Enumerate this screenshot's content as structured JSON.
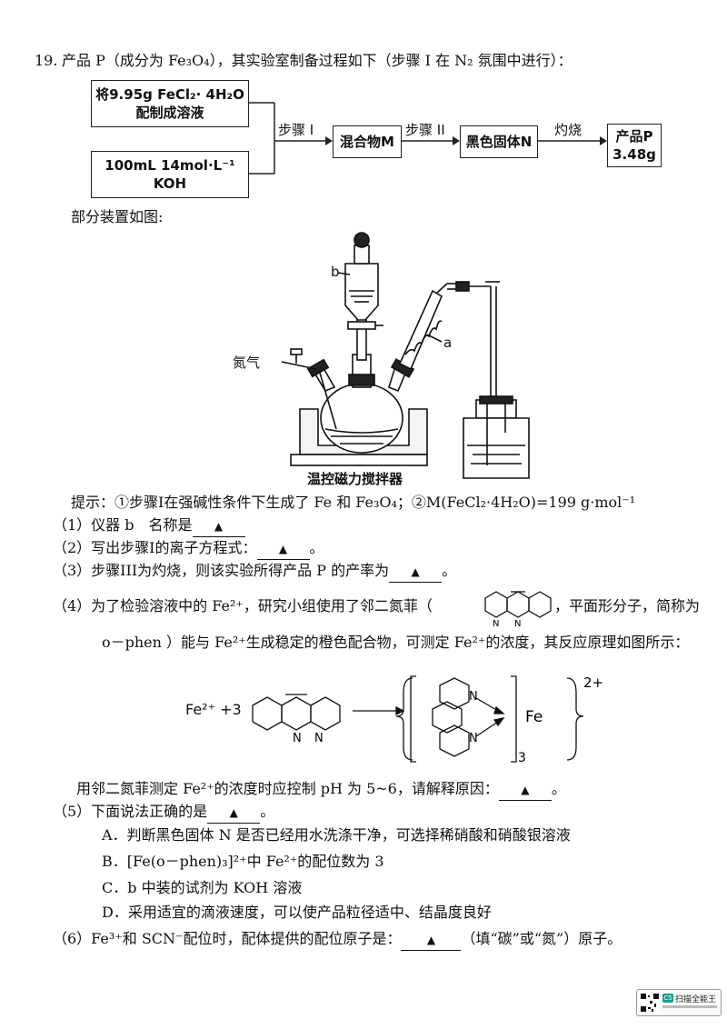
{
  "question": {
    "number": "19.",
    "intro": "产品 P（成分为 Fe₃O₄），其实验室制备过程如下（步骤 I 在 N₂ 氛围中进行）："
  },
  "flow": {
    "box1_line1": "将9.95g FeCl₂· 4H₂O",
    "box1_line2": "配制成溶液",
    "box2_line1": "100mL 14mol·L⁻¹",
    "box2_line2": "KOH",
    "step1": "步骤 I",
    "mixture": "混合物M",
    "step2": "步骤 II",
    "black_solid": "黑色固体N",
    "calcine": "灼烧",
    "product_line1": "产品P",
    "product_line2": "3.48g"
  },
  "apparatus": {
    "caption": "部分装置如图:",
    "label_b": "b",
    "label_a": "a",
    "nitrogen": "氮气",
    "stirrer": "温控磁力搅拌器"
  },
  "hint": "提示：①步骤I在强碱性条件下生成了 Fe 和 Fe₃O₄；②M(FeCl₂·4H₂O)=199 g·mol⁻¹",
  "blank_mark": "▲",
  "q1": {
    "text": "（1）仪器 b　名称是",
    "end": ""
  },
  "q2": {
    "text": "（2）写出步骤I的离子方程式：",
    "end": "。"
  },
  "q3": {
    "text": "（3）步骤III为灼烧，则该实验所得产品 P 的产率为",
    "end": "。"
  },
  "q4": {
    "line1a": "（4）为了检验溶液中的 Fe²⁺，研究小组使用了邻二氮菲（",
    "line1b": "，平面形分子，简称为",
    "line2": "o－phen ）能与 Fe²⁺生成稳定的橙色配合物，可测定 Fe²⁺的浓度，其反应原理如图所示：",
    "eq_left": "Fe²⁺ +3",
    "charge": "2+",
    "fe": "Fe",
    "n_label": "N",
    "three": "3",
    "line3": "用邻二氮菲测定 Fe²⁺的浓度时应控制 pH 为 5~6，请解释原因：",
    "line3_end": "。"
  },
  "q5": {
    "text": "（5）下面说法正确的是",
    "end": "。",
    "options": [
      "A．判断黑色固体 N 是否已经用水洗涤干净，可选择稀硝酸和硝酸银溶液",
      "B．[Fe(o－phen)₃]²⁺中 Fe²⁺的配位数为 3",
      "C．b 中装的试剂为 KOH 溶液",
      "D．采用适宜的滴液速度，可以使产品粒径适中、结晶度良好"
    ]
  },
  "q6": {
    "text": "（6）Fe³⁺和 SCN⁻配位时，配体提供的配位原子是：",
    "end": "（填“碳”或“氮”）原子。"
  },
  "watermark": {
    "line1": "扫描全能王",
    "badge": "CS"
  }
}
